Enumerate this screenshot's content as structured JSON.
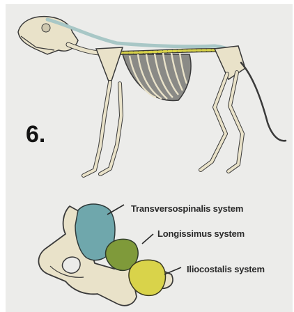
{
  "figure": {
    "panel_number": "6.",
    "labels": {
      "transversospinalis": "Transversospinalis system",
      "longissimus": "Longissimus system",
      "iliocostalis": "Iliocostalis system"
    }
  },
  "colors": {
    "page": "#ececea",
    "bone": "#e9e2c9",
    "bone_outline": "#3a3a3a",
    "transversospinalis": "#6fa7ac",
    "longissimus": "#7f9a3a",
    "iliocostalis": "#d9d34a",
    "back_line": "#a8c7c6"
  }
}
